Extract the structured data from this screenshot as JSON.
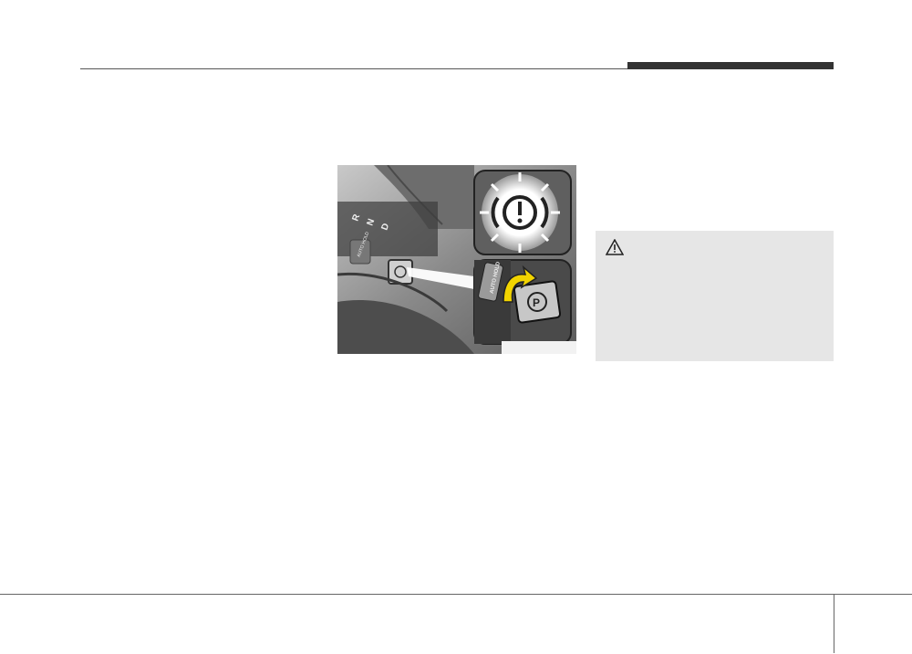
{
  "figure": {
    "gear_labels": [
      "R",
      "N",
      "D"
    ],
    "auto_hold_label": "AUTO HOLD",
    "inset_button_label": "AUTO HOLD",
    "park_symbol": "P"
  },
  "caution": {
    "icon": "warning-triangle-icon"
  },
  "colors": {
    "header_tab": "#333333",
    "caution_bg": "#e6e6e6",
    "arrow": "#f2d400"
  }
}
